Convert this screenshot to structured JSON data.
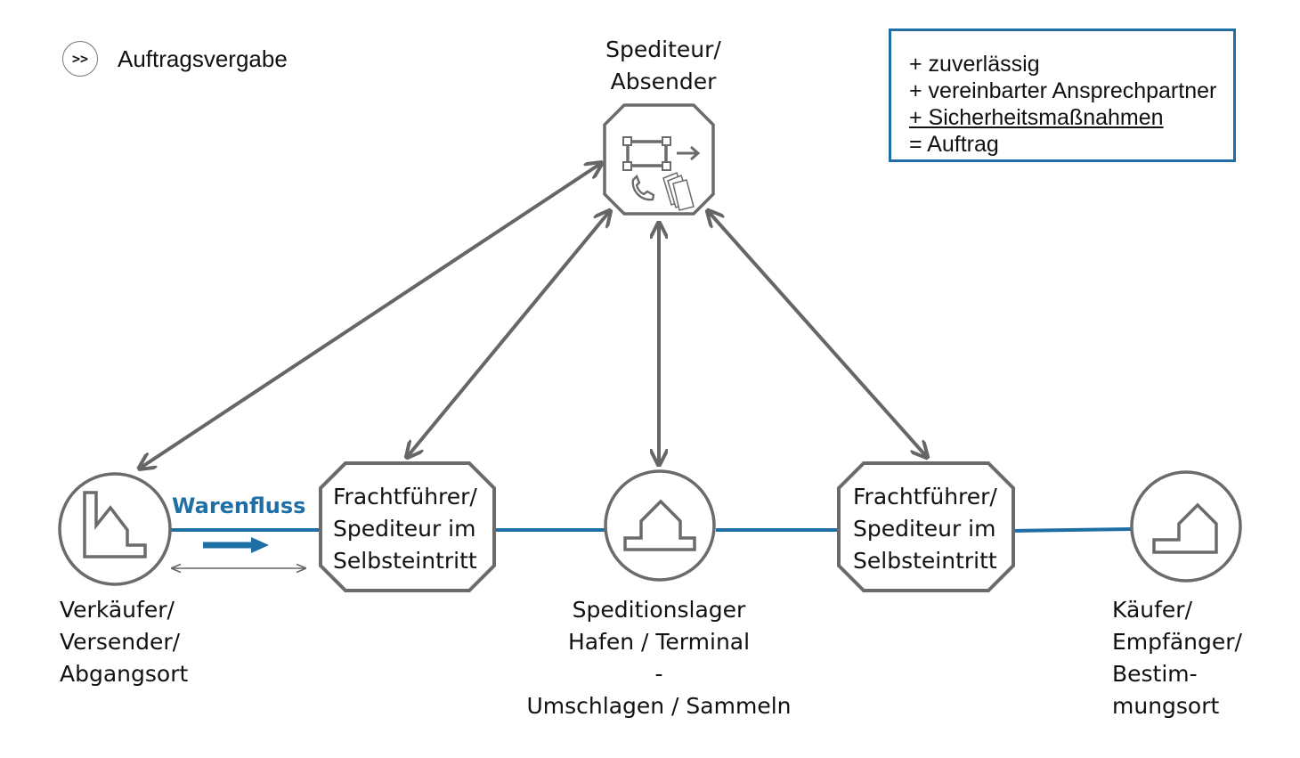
{
  "key": {
    "icon": "double-chevron-right-icon",
    "glyph": ">>",
    "label": "Auftragsvergabe"
  },
  "legend": {
    "line1": "+ zuverlässig",
    "line2": "+ vereinbarter Ansprechpartner",
    "line3": "+ Sicherheitsmaßnahmen",
    "line4": "= Auftrag",
    "border_color": "#1d6fa5"
  },
  "nodes": {
    "spediteur": {
      "line1": "Spediteur/",
      "line2": "Absender",
      "icon": "office-desk-phone-documents-icon"
    },
    "verkaeufer": {
      "line1": "Verkäufer/",
      "line2": "Versender/",
      "line3": "Abgangsort",
      "icon": "factory-icon"
    },
    "frachtfuehrer1": {
      "line1": "Frachtführer/",
      "line2": "Spediteur im",
      "line3": "Selbsteintritt"
    },
    "lager": {
      "line1": "Speditionslager",
      "line2": "Hafen / Terminal",
      "line3": "-",
      "line4": "Umschlagen / Sammeln",
      "icon": "warehouse-icon"
    },
    "frachtfuehrer2": {
      "line1": "Frachtführer/",
      "line2": "Spediteur im",
      "line3": "Selbsteintritt"
    },
    "kaeufer": {
      "line1": "Käufer/",
      "line2": "Empfänger/",
      "line3": "Bestim-",
      "line4": "mungsort",
      "icon": "house-icon"
    }
  },
  "flow": {
    "label": "Warenfluss",
    "color": "#1d6fa5"
  },
  "colors": {
    "arrow": "#666666",
    "node_stroke": "#6b6b6b",
    "flow_line": "#1d6fa5"
  }
}
